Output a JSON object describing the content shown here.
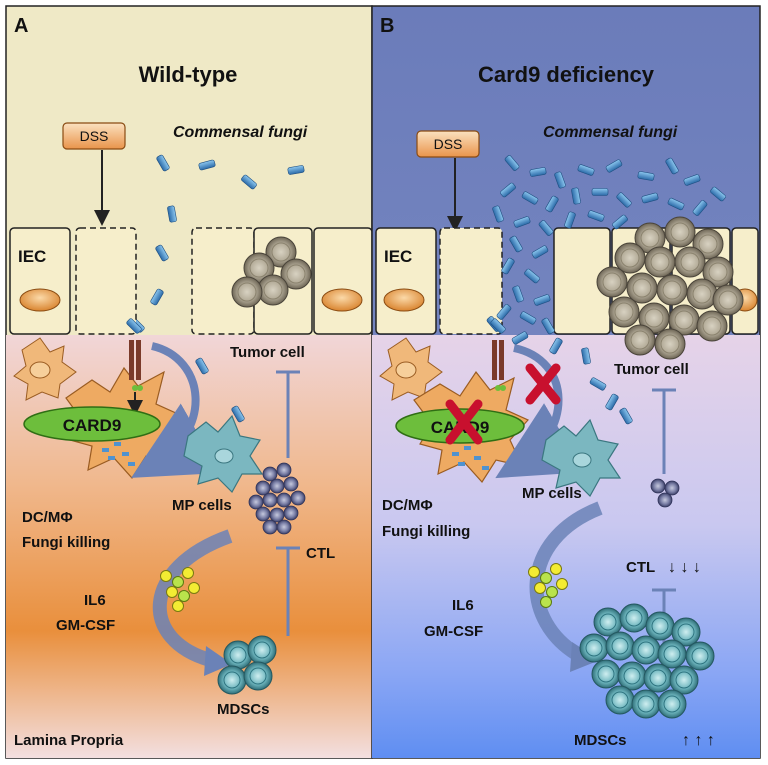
{
  "panelA": {
    "letter": "A",
    "title": "Wild-type",
    "dss": "DSS",
    "fungi": "Commensal fungi",
    "iec": "IEC",
    "tumor": "Tumor cell",
    "card9": "CARD9",
    "mp": "MP cells",
    "dc": "DC/MΦ",
    "killing": "Fungi killing",
    "ctl": "CTL",
    "il6": "IL6",
    "gmcsf": "GM-CSF",
    "mdsc": "MDSCs",
    "lamina": "Lamina Propria"
  },
  "panelB": {
    "letter": "B",
    "title": "Card9 deficiency",
    "dss": "DSS",
    "fungi": "Commensal fungi",
    "iec": "IEC",
    "tumor": "Tumor cell",
    "card9": "CARD9",
    "mp": "MP cells",
    "dc": "DC/MΦ",
    "killing": "Fungi killing",
    "ctl": "CTL",
    "ctl_arrows": "↓ ↓ ↓",
    "il6": "IL6",
    "gmcsf": "GM-CSF",
    "mdsc": "MDSCs",
    "mdsc_arrows": "↑ ↑ ↑"
  },
  "colors": {
    "wt_top": "#efe9c6",
    "wt_bottom": "#e98f3c",
    "ko_top": "#6f7fbd",
    "ko_bottom": "#5f8ef2",
    "lamina_pink": "#f1d8dc",
    "card9_green": "#6dbe3c",
    "fungi_blue": "#4f92cf",
    "dc_orange": "#eeaa62",
    "mp_teal": "#7bb7c0",
    "ctl_gray": "#7278a0",
    "mdsc_teal": "#5aa9b3",
    "arrow_blue": "#6b82b7",
    "cross_red": "#c8102e"
  }
}
